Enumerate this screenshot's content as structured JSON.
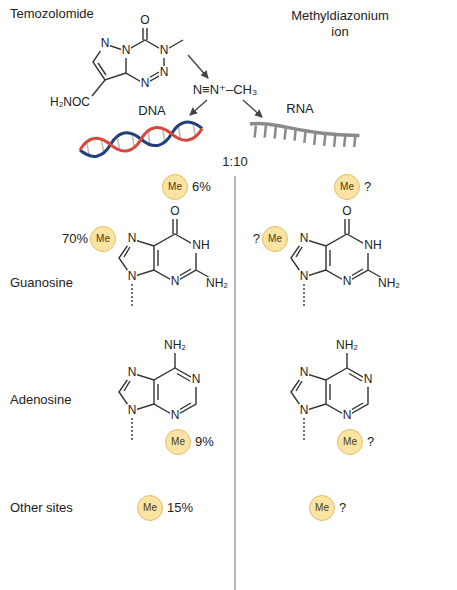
{
  "diagram": {
    "nodes": [
      {
        "text": [
          "Me"
        ]
      },
      {
        "text": [
          "Me"
        ]
      },
      {
        "text": [
          "Me"
        ]
      },
      {
        "text": [
          "Me"
        ]
      },
      {
        "text": [
          "Me"
        ]
      },
      {
        "text": [
          "Me"
        ]
      },
      {
        "text": [
          "Me"
        ]
      },
      {
        "text": [
          "Me"
        ]
      }
    ],
    "labels": [
      "Temozolomide",
      "Methyldiazonium ion",
      "N",
      "N",
      "O",
      "N",
      "N",
      "N",
      "H₂NOC",
      "N≡N⁺–CH₃",
      "DNA",
      "RNA",
      "1:10",
      "6%",
      "?",
      "70%",
      "?",
      "Guanosine",
      "O",
      "N",
      "NH",
      "N",
      "NH₂",
      "N",
      "O",
      "N",
      "NH",
      "N",
      "NH₂",
      "N",
      "Adenosine",
      "9%",
      "?",
      "NH₂",
      "N",
      "N",
      "N",
      "N",
      "NH₂",
      "N",
      "N",
      "N",
      "N",
      "Other sites",
      "15%",
      "?"
    ]
  }
}
